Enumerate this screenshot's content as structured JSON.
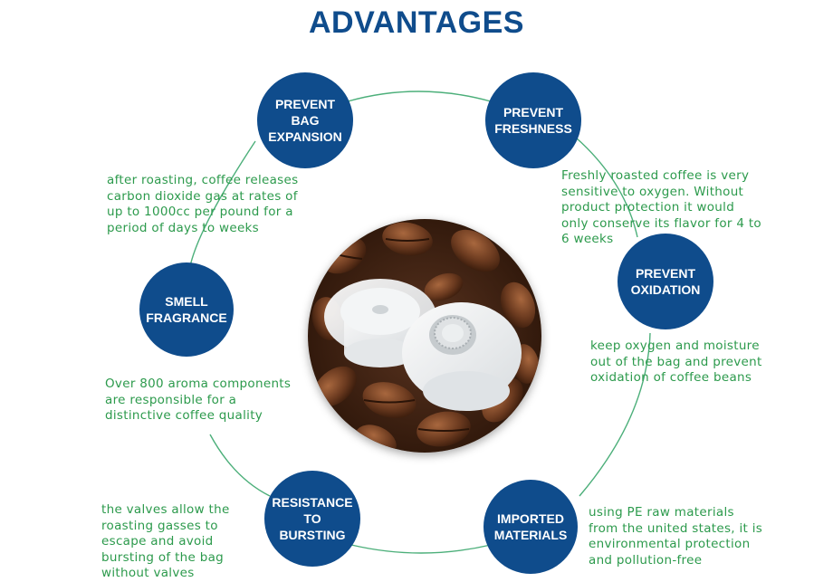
{
  "title": "ADVANTAGES",
  "colors": {
    "node_fill": "#0f4c8c",
    "description_text": "#2c9a4c",
    "ring_line": "#4caf7a",
    "title": "#0f4c8c"
  },
  "center_image": {
    "icon": "coffee-valve-photo"
  },
  "nodes": [
    {
      "id": "prevent-bag-expansion",
      "label": "PREVENT BAG EXPANSION",
      "description": "after roasting, coffee releases carbon dioxide gas at rates of up to 1000cc per pound for a period of days to weeks"
    },
    {
      "id": "prevent-freshness",
      "label": "PREVENT FRESHNESS",
      "description": "Freshly roasted coffee is very sensitive to oxygen. Without product protection it would only conserve its flavor for 4 to 6 weeks"
    },
    {
      "id": "prevent-oxidation",
      "label": "PREVENT OXIDATION",
      "description": "keep oxygen and moisture out of the bag and prevent oxidation of coffee beans"
    },
    {
      "id": "smell-fragrance",
      "label": "SMELL FRAGRANCE",
      "description": "Over 800 aroma components are responsible for a distinctive coffee quality"
    },
    {
      "id": "resistance-to-bursting",
      "label": "RESISTANCE TO BURSTING",
      "description": "the valves allow the roasting gasses to escape and avoid bursting of the bag without valves"
    },
    {
      "id": "imported-materials",
      "label": "IMPORTED MATERIALS",
      "description": "using PE raw materials from the united states, it is environmental protection and pollution-free"
    }
  ]
}
